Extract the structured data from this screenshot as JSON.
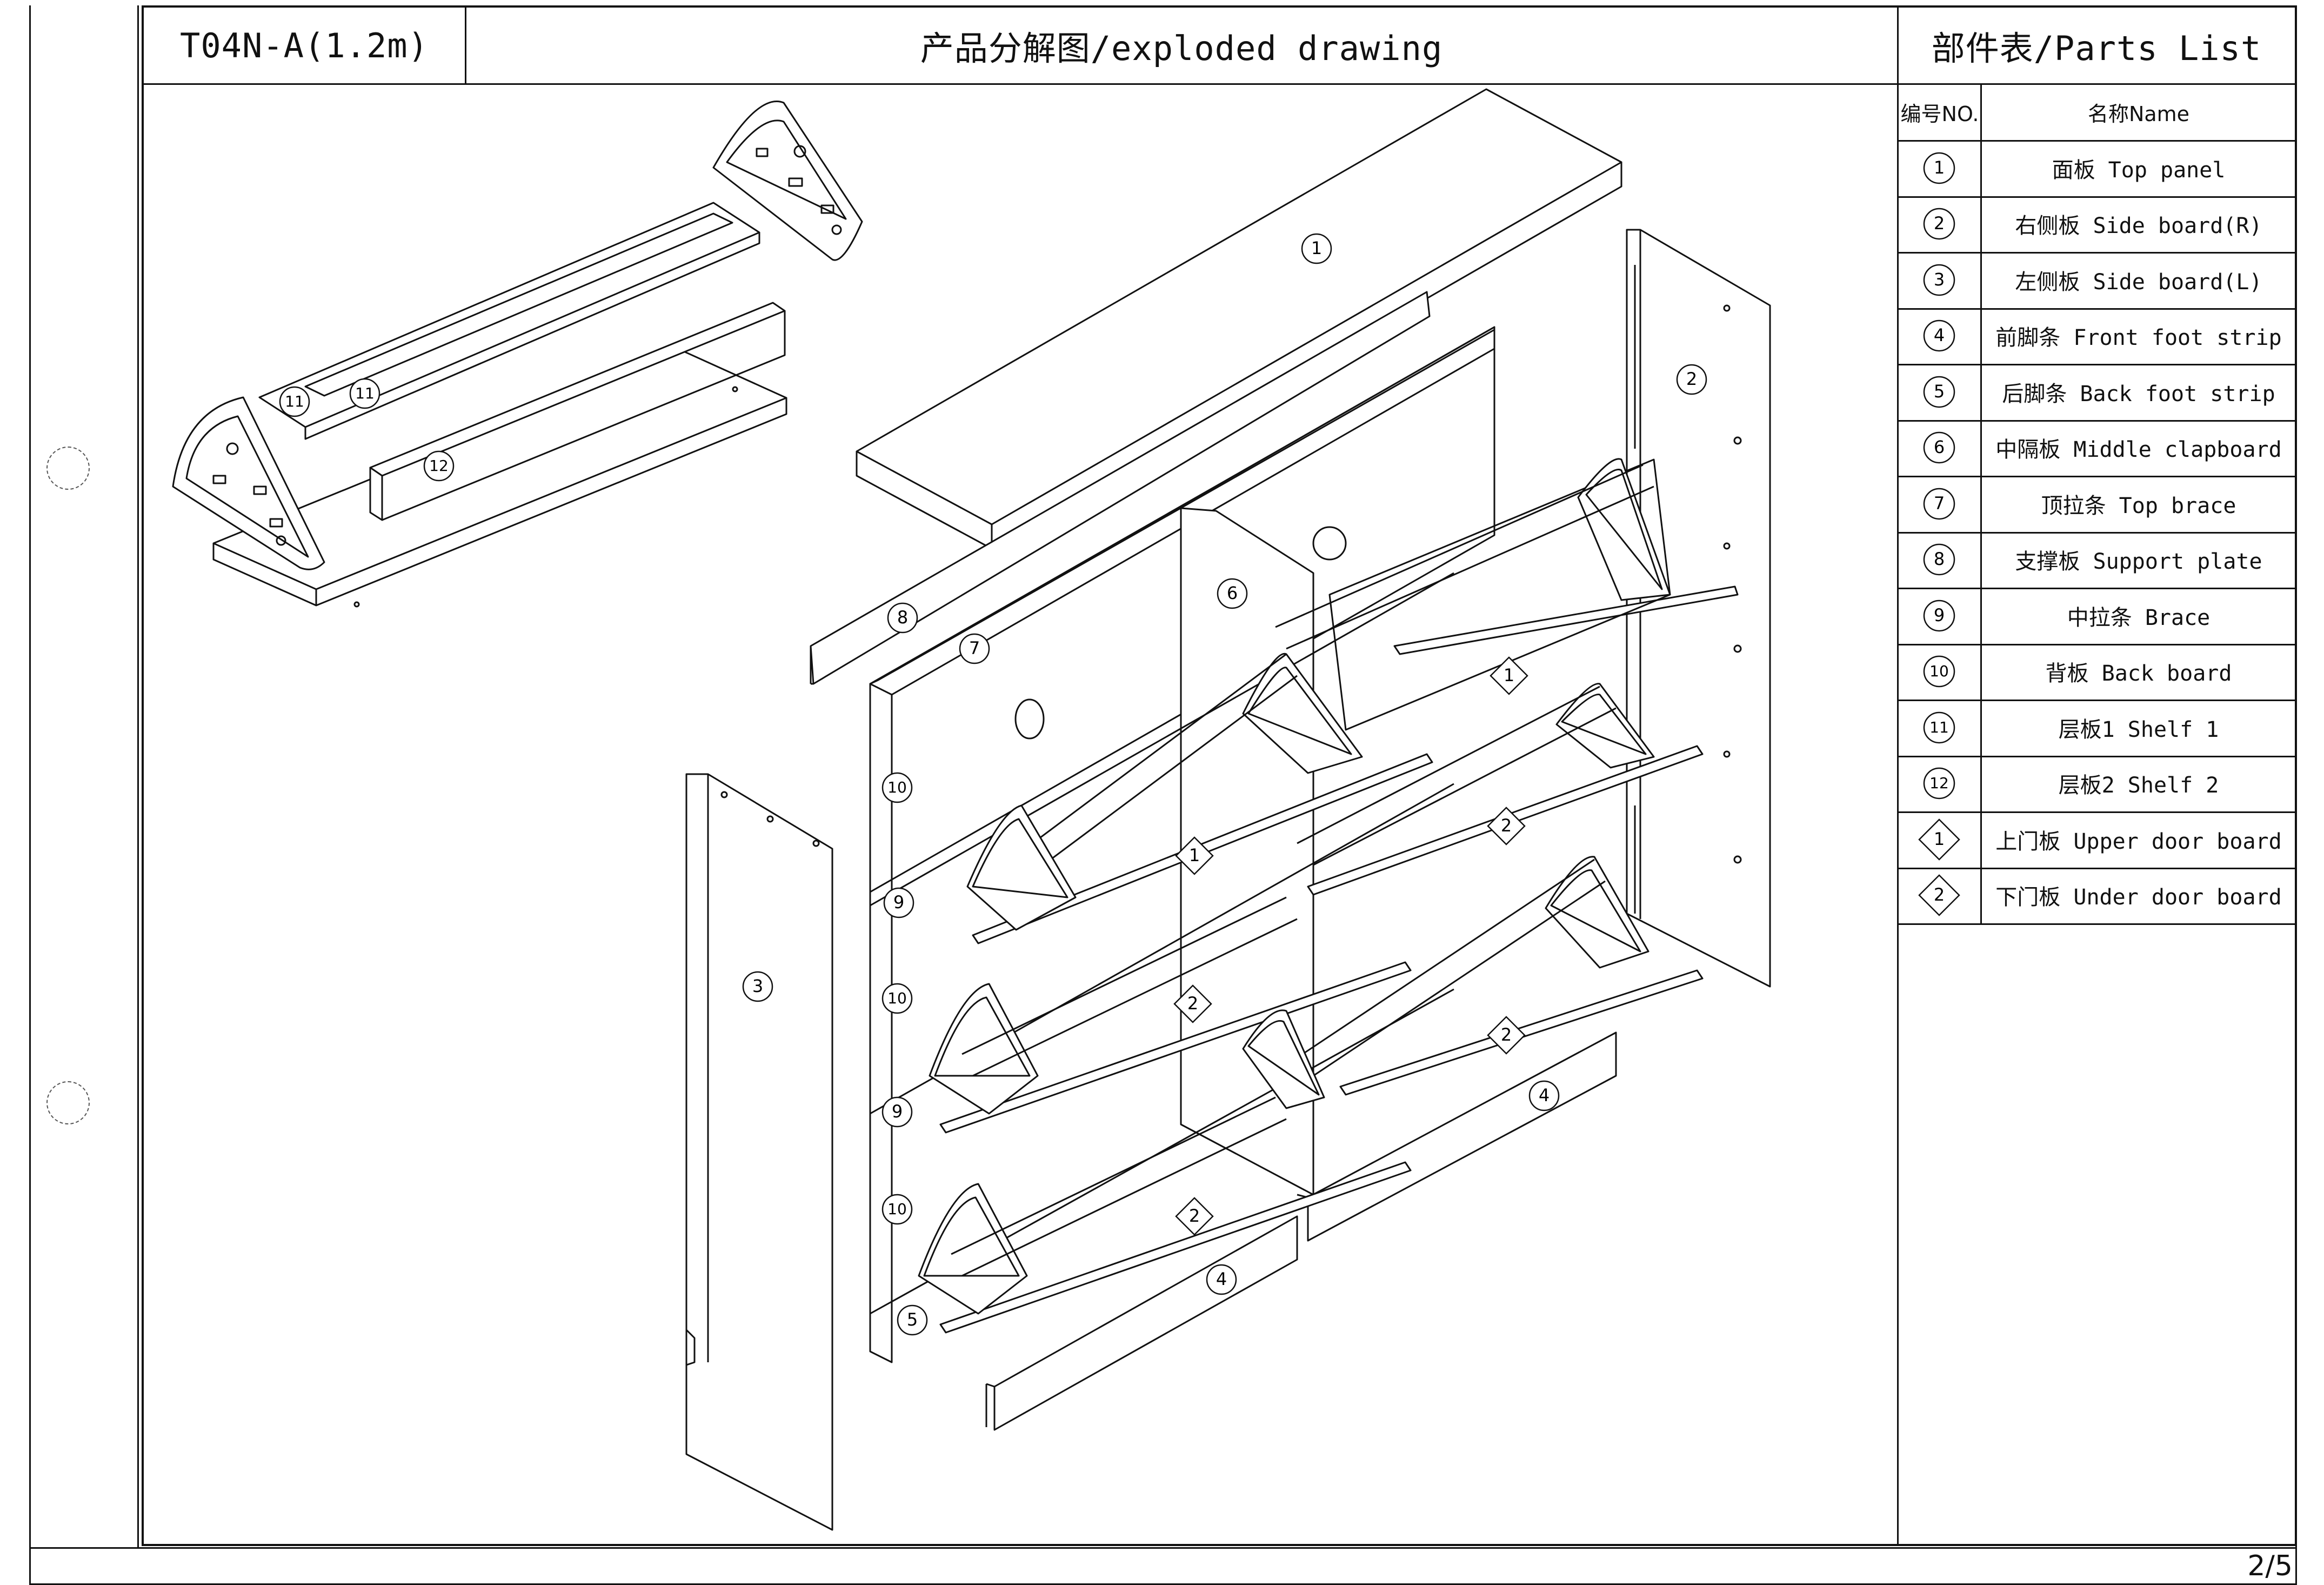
{
  "header": {
    "model": "T04N-A(1.2m)",
    "drawing_title": "产品分解图/exploded drawing",
    "parts_title": "部件表/Parts List"
  },
  "parts_table": {
    "col_no": "编号NO.",
    "col_name": "名称Name",
    "rows": [
      {
        "no": "1",
        "shape": "circle",
        "name": "面板 Top panel"
      },
      {
        "no": "2",
        "shape": "circle",
        "name": "右侧板 Side board(R)"
      },
      {
        "no": "3",
        "shape": "circle",
        "name": "左侧板 Side board(L)"
      },
      {
        "no": "4",
        "shape": "circle",
        "name": "前脚条 Front foot strip"
      },
      {
        "no": "5",
        "shape": "circle",
        "name": "后脚条 Back foot strip"
      },
      {
        "no": "6",
        "shape": "circle",
        "name": "中隔板 Middle clapboard"
      },
      {
        "no": "7",
        "shape": "circle",
        "name": "顶拉条 Top brace"
      },
      {
        "no": "8",
        "shape": "circle",
        "name": "支撑板 Support plate"
      },
      {
        "no": "9",
        "shape": "circle",
        "name": "中拉条 Brace"
      },
      {
        "no": "10",
        "shape": "circle",
        "name": "背板 Back board"
      },
      {
        "no": "11",
        "shape": "circle",
        "name": "层板1 Shelf 1"
      },
      {
        "no": "12",
        "shape": "circle",
        "name": "层板2 Shelf 2"
      },
      {
        "no": "1",
        "shape": "diamond",
        "name": "上门板 Upper door board"
      },
      {
        "no": "2",
        "shape": "diamond",
        "name": "下门板 Under door board"
      }
    ]
  },
  "drawing": {
    "callouts": [
      {
        "label": "11",
        "shape": "circle",
        "part": "Shelf 1"
      },
      {
        "label": "11",
        "shape": "circle",
        "part": "Shelf 1"
      },
      {
        "label": "12",
        "shape": "circle",
        "part": "Shelf 2"
      },
      {
        "label": "1",
        "shape": "circle",
        "part": "Top panel"
      },
      {
        "label": "2",
        "shape": "circle",
        "part": "Side board(R)"
      },
      {
        "label": "6",
        "shape": "circle",
        "part": "Middle clapboard"
      },
      {
        "label": "8",
        "shape": "circle",
        "part": "Support plate"
      },
      {
        "label": "7",
        "shape": "circle",
        "part": "Top brace"
      },
      {
        "label": "10",
        "shape": "circle",
        "part": "Back board"
      },
      {
        "label": "9",
        "shape": "circle",
        "part": "Brace"
      },
      {
        "label": "10",
        "shape": "circle",
        "part": "Back board"
      },
      {
        "label": "9",
        "shape": "circle",
        "part": "Brace"
      },
      {
        "label": "10",
        "shape": "circle",
        "part": "Back board"
      },
      {
        "label": "5",
        "shape": "circle",
        "part": "Back foot strip"
      },
      {
        "label": "3",
        "shape": "circle",
        "part": "Side board(L)"
      },
      {
        "label": "4",
        "shape": "circle",
        "part": "Front foot strip"
      },
      {
        "label": "4",
        "shape": "circle",
        "part": "Front foot strip"
      },
      {
        "label": "1",
        "shape": "diamond",
        "part": "Upper door board"
      },
      {
        "label": "1",
        "shape": "diamond",
        "part": "Upper door board"
      },
      {
        "label": "2",
        "shape": "diamond",
        "part": "Under door board"
      },
      {
        "label": "2",
        "shape": "diamond",
        "part": "Under door board"
      },
      {
        "label": "2",
        "shape": "diamond",
        "part": "Under door board"
      },
      {
        "label": "2",
        "shape": "diamond",
        "part": "Under door board"
      }
    ]
  },
  "footer": {
    "page": "2/5"
  }
}
